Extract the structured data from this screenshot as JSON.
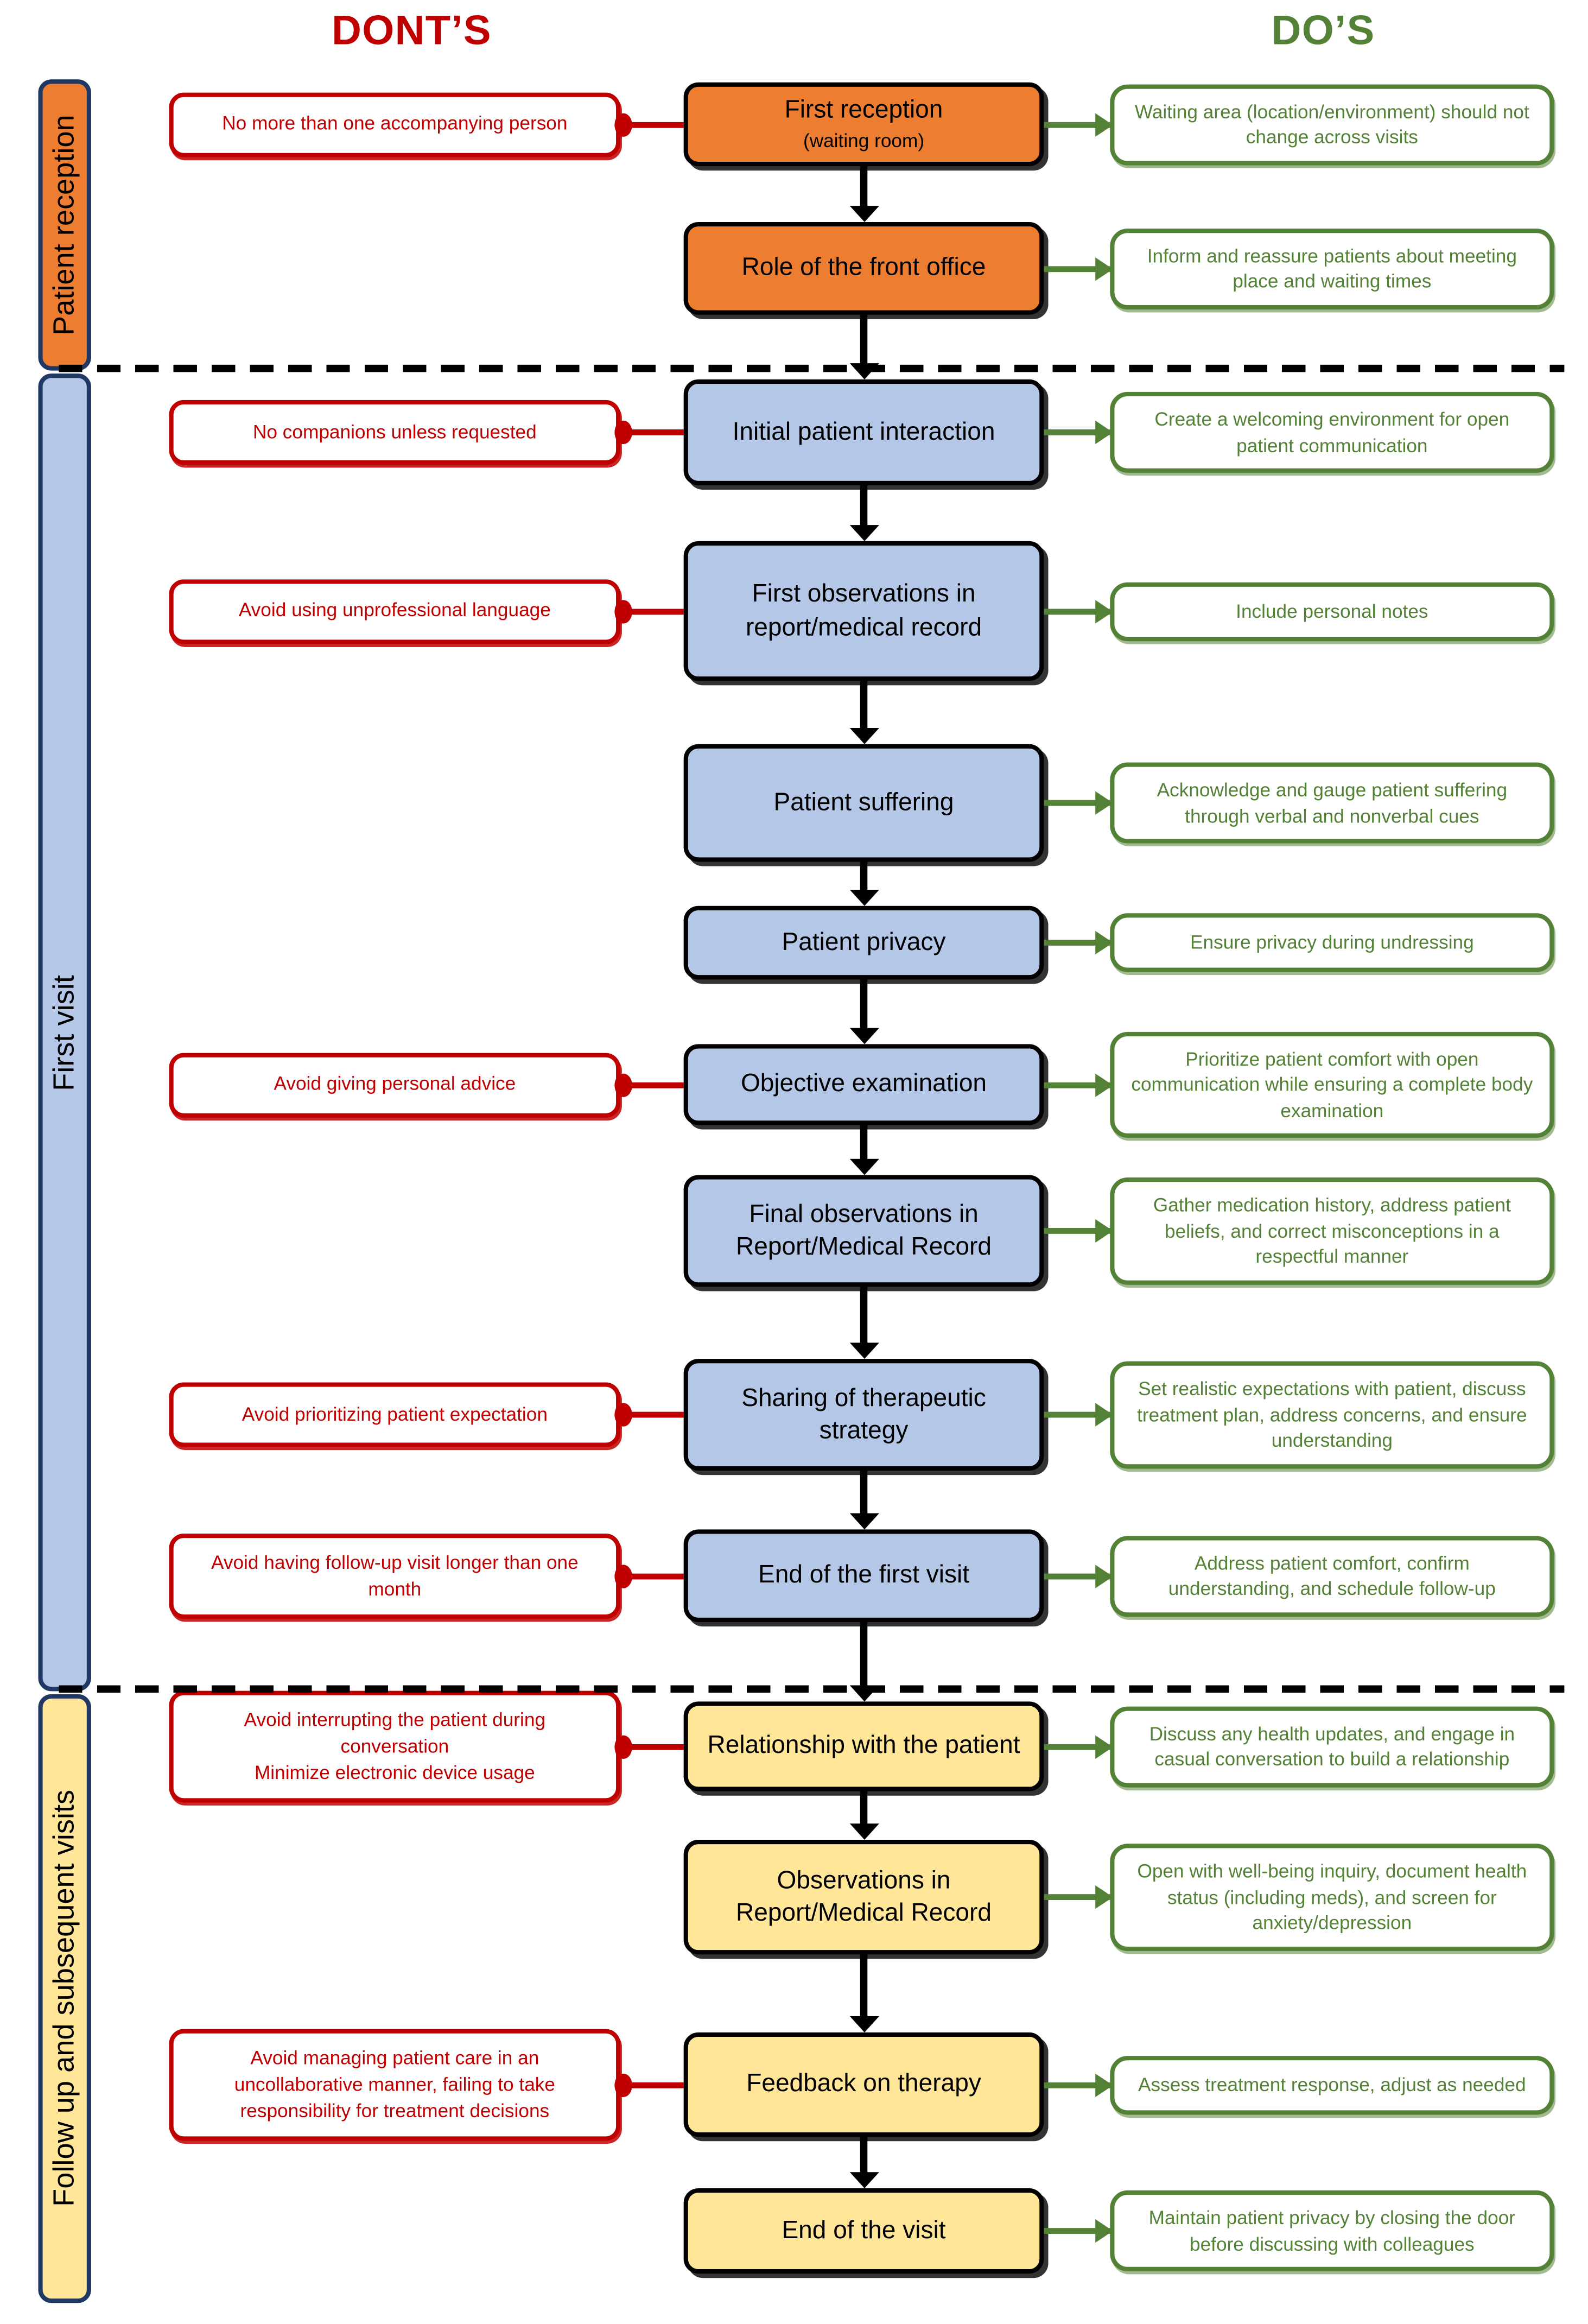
{
  "header": {
    "donts": "DONT’S",
    "dos": "DO’S"
  },
  "phases": [
    {
      "label": "Patient reception",
      "color": "#ED7D31"
    },
    {
      "label": "First visit",
      "color": "#B4C7E7"
    },
    {
      "label": "Follow up and subsequent visits",
      "color": "#FFE699"
    }
  ],
  "colors": {
    "orange_fill": "#ED7D31",
    "blue_fill": "#B4C7E7",
    "yellow_fill": "#FFE699",
    "bar_border": "#1F3864",
    "dont_red": "#C00000",
    "do_green": "#538135",
    "arrow_black": "#000000"
  },
  "rows": [
    {
      "center": "First reception",
      "sub": "(waiting room)",
      "dont": "No more than one accompanying person",
      "do": "Waiting area (location/environment) should not change across visits"
    },
    {
      "center": "Role of the front office",
      "do": "Inform and reassure patients about meeting place and waiting times"
    },
    {
      "center": "Initial patient interaction",
      "dont": "No companions unless requested",
      "do": "Create a welcoming environment for open patient communication"
    },
    {
      "center": "First observations in report/medical record",
      "dont": "Avoid using unprofessional language",
      "do": "Include personal notes"
    },
    {
      "center": "Patient suffering",
      "do": "Acknowledge and gauge patient suffering through verbal and nonverbal cues"
    },
    {
      "center": "Patient privacy",
      "do": "Ensure privacy during undressing"
    },
    {
      "center": "Objective examination",
      "dont": "Avoid giving personal advice",
      "do": "Prioritize patient comfort with open communication while ensuring a complete body examination"
    },
    {
      "center": "Final observations in Report/Medical Record",
      "do": "Gather medication history, address patient beliefs, and correct misconceptions in a respectful manner"
    },
    {
      "center": "Sharing of therapeutic strategy",
      "dont": "Avoid prioritizing patient expectation",
      "do": "Set realistic expectations with patient, discuss treatment plan, address concerns, and ensure understanding"
    },
    {
      "center": "End of the first visit",
      "dont": "Avoid having follow-up visit longer than one month",
      "do": "Address patient comfort, confirm understanding, and schedule follow-up"
    },
    {
      "center": "Relationship with the patient",
      "dont": "Avoid interrupting the patient during conversation",
      "dont2": "Minimize electronic device usage",
      "do": "Discuss any health updates, and engage in casual conversation to build a relationship"
    },
    {
      "center": "Observations in Report/Medical Record",
      "do": "Open with well-being inquiry, document health status (including meds), and screen for anxiety/depression"
    },
    {
      "center": "Feedback on therapy",
      "dont": "Avoid managing patient care in an uncollaborative manner, failing to take responsibility for treatment decisions",
      "do": "Assess treatment response, adjust as needed"
    },
    {
      "center": "End of the visit",
      "do": "Maintain patient privacy by closing the door before discussing with colleagues"
    }
  ]
}
